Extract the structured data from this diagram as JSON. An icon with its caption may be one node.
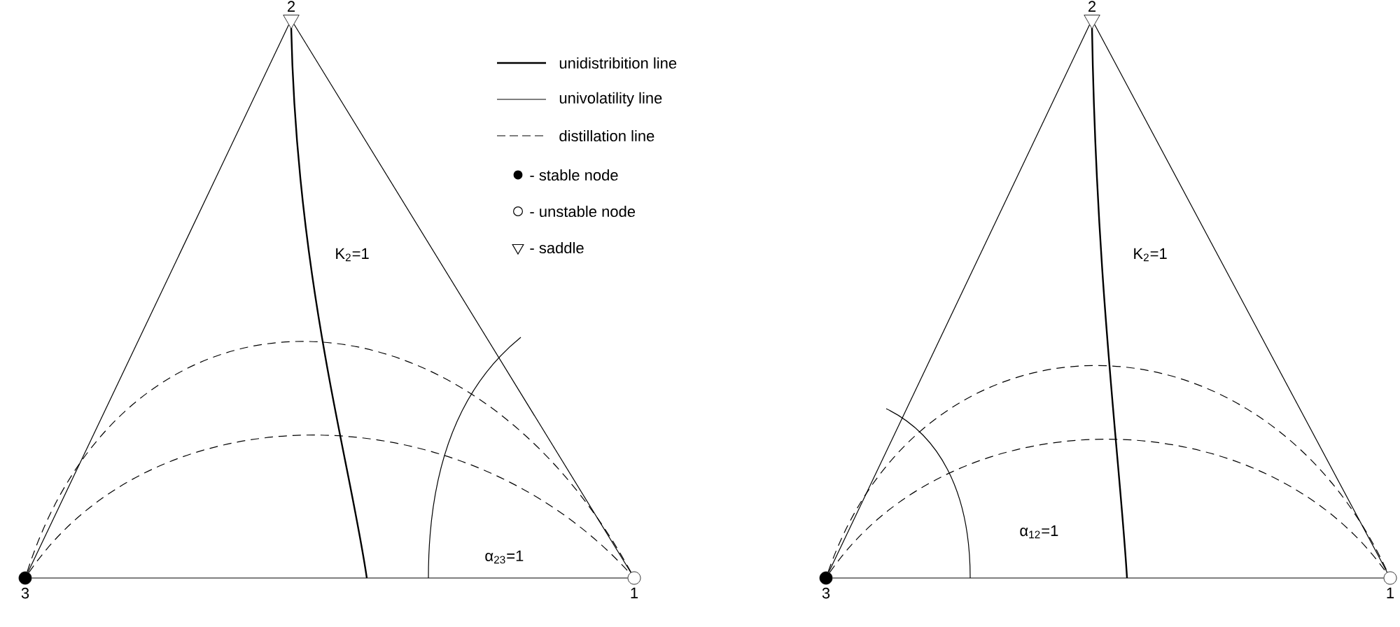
{
  "diagram": {
    "nodes": [
      {
        "text": [],
        "shape": "triangle",
        "beside": [
          "2"
        ]
      },
      {
        "text": [],
        "shape": "dot",
        "beside": [
          "3"
        ]
      },
      {
        "text": [],
        "shape": "circle",
        "beside": [
          "1"
        ]
      },
      {
        "text": [],
        "shape": "triangle",
        "beside": [
          "2"
        ]
      },
      {
        "text": [],
        "shape": "dot",
        "beside": [
          "3"
        ]
      },
      {
        "text": [],
        "shape": "circle",
        "beside": [
          "1"
        ]
      }
    ],
    "edges": [
      {
        "from": 0,
        "to": 1,
        "arrow": "none"
      },
      {
        "from": 0,
        "to": 2,
        "arrow": "none"
      },
      {
        "from": 1,
        "to": 2,
        "arrow": "none"
      },
      {
        "from": 1,
        "to": 2,
        "arrow": "none",
        "style": "dashed"
      },
      {
        "from": 1,
        "to": 2,
        "arrow": "none",
        "style": "dashed"
      },
      {
        "from": 3,
        "to": 4,
        "arrow": "none"
      },
      {
        "from": 3,
        "to": 5,
        "arrow": "none"
      },
      {
        "from": 4,
        "to": 5,
        "arrow": "none"
      },
      {
        "from": 4,
        "to": 5,
        "arrow": "none",
        "style": "dashed"
      },
      {
        "from": 4,
        "to": 5,
        "arrow": "none",
        "style": "dashed"
      }
    ],
    "labels": [
      "K$_{2}$=1",
      "α$_{23}$=1",
      "K$_{2}$=1",
      "α$_{12}$=1"
    ],
    "legend": [
      {
        "text": "unidistribition line"
      },
      {
        "text": "univolatility line"
      },
      {
        "text": "distillation line"
      },
      {
        "text": "- stable node"
      },
      {
        "text": "- unstable node"
      },
      {
        "text": "- saddle"
      }
    ]
  }
}
